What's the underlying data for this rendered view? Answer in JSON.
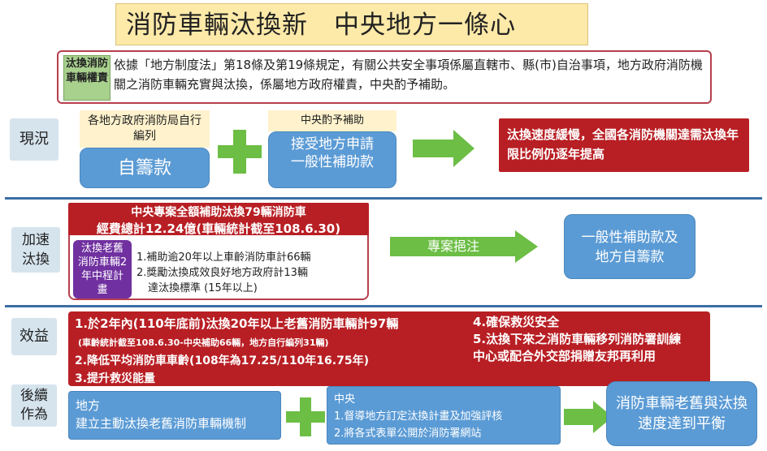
{
  "title": "消防車輛汰換新　中央地方一條心",
  "legal": {
    "label": "汰換消防車輛權責",
    "text": "依據「地方制度法」第18條及第19條規定，有關公共安全事項係屬直轄市、縣(市)自治事項，地方政府消防機關之消防車輛充實與汰換，係屬地方政府權責，中央酌予補助。"
  },
  "rows": {
    "current": "現況",
    "accelerate": "加速汰換",
    "benefit": "效益",
    "followup": "後續作為"
  },
  "current": {
    "local_note": "各地方政府消防局自行編列",
    "local_box": "自籌款",
    "central_note": "中央酌予補助",
    "central_box": "接受地方申請一般性補助款",
    "result": "汰換速度緩慢，全國各消防機關達需汰換年限比例仍逐年提高"
  },
  "accelerate": {
    "header_line1": "中央專案全額補助汰換79輛消防車",
    "header_line2": "經費總計12.24億(車輛統計截至108.6.30)",
    "plan_label": "汰換老舊消防車輛2年中程計畫",
    "item1": "1.補助逾20年以上車齡消防車計66輛",
    "item2": "2.獎勵汰換成效良好地方政府計13輛",
    "item2b": "達汰換標準 (15年以上)",
    "arrow_label": "專案挹注",
    "result": "一般性補助款及地方自籌款"
  },
  "benefit": {
    "b1": "1.於2年內(110年底前)汰換20年以上老舊消防車輛計97輛",
    "b1_note": "(車齡統計截至108.6.30-中央補助66輛，地方自行編列31輛)",
    "b2": "2.降低平均消防車車齡(108年為17.25/110年16.75年)",
    "b3": "3.提升救災能量",
    "b4": "4.確保救災安全",
    "b5": "5.汰換下來之消防車輛移列消防署訓練中心或配合外交部捐贈友邦再利用"
  },
  "followup": {
    "local_title": "地方",
    "local_text": "建立主動汰換老舊消防車輛機制",
    "central_title": "中央",
    "central_item1": "1.督導地方訂定汰換計畫及加強評核",
    "central_item2": "2.將各式表單公開於消防署網站",
    "result": "消防車輛老舊與汰換速度達到平衡"
  },
  "colors": {
    "title_bg": "#fde9a8",
    "label_bg": "#d6e4ee",
    "blue": "#5b9bd5",
    "red": "#b81f24",
    "green": "#6cbe45",
    "purple": "#7030a0",
    "divider": "#3b6ea5"
  }
}
